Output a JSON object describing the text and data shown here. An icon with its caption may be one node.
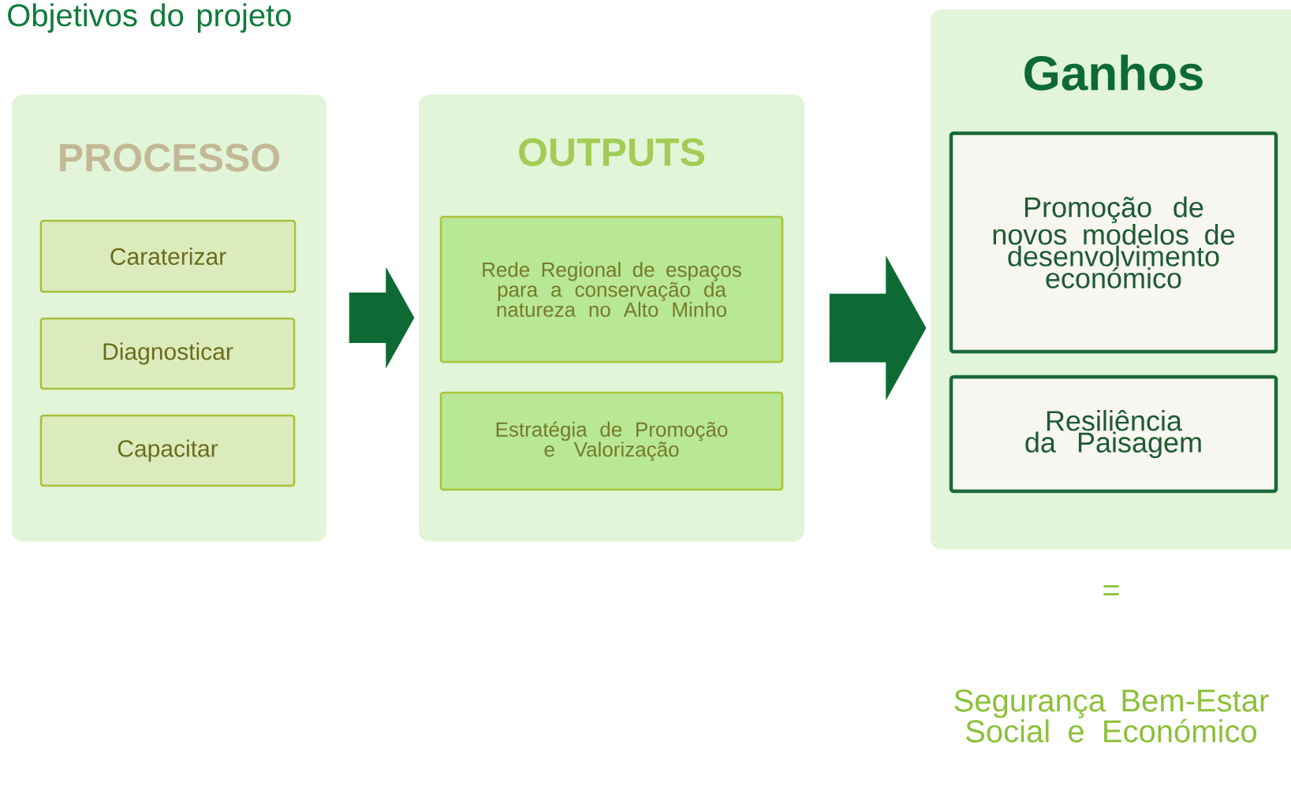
{
  "diagram": {
    "title": "Objetivos do projeto",
    "nodes": [
      {
        "text": [
          "PROCESSO"
        ]
      },
      {
        "text": [
          "Caraterizar"
        ],
        "in": 0
      },
      {
        "text": [
          "Diagnosticar"
        ],
        "in": 0
      },
      {
        "text": [
          "Capacitar"
        ],
        "in": 0
      },
      {
        "text": [
          "OUTPUTS"
        ]
      },
      {
        "text": [
          "Rede Regional de espaços para a conservação da natureza no Alto Minho"
        ],
        "in": 4
      },
      {
        "text": [
          "Estratégia de Promoção e Valorização"
        ],
        "in": 4
      },
      {
        "text": [
          "Ganhos"
        ]
      },
      {
        "text": [
          "Promoção de novos modelos de desenvolvimento económico"
        ],
        "in": 7
      },
      {
        "text": [
          "Resiliência da Paisagem"
        ],
        "in": 7
      }
    ],
    "edges": [
      {
        "from": 0,
        "to": 4,
        "arrow": "to"
      },
      {
        "from": 4,
        "to": 7,
        "arrow": "to"
      }
    ],
    "labels": [
      "=",
      "Segurança Bem-Estar Social e Económico"
    ]
  }
}
